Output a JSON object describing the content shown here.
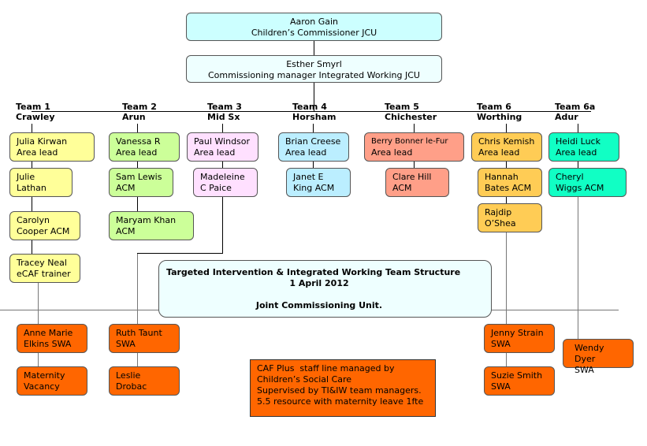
{
  "top": [
    {
      "name": "Aaron Gain",
      "role": "Children’s Commissioner JCU"
    },
    {
      "name": "Esther Smyrl",
      "role": "Commissioning manager Integrated Working JCU"
    }
  ],
  "teams": [
    {
      "label": "Team 1",
      "area": "Crawley"
    },
    {
      "label": "Team 2",
      "area": "Arun"
    },
    {
      "label": "Team 3",
      "area": "Mid Sx"
    },
    {
      "label": "Team 4",
      "area": "Horsham"
    },
    {
      "label": "Team 5",
      "area": "Chichester"
    },
    {
      "label": "Team 6",
      "area": "Worthing"
    },
    {
      "label": "Team 6a",
      "area": "Adur"
    }
  ],
  "team1": [
    [
      "Julia Kirwan",
      "Area lead"
    ],
    [
      "Julie",
      "Lathan"
    ],
    [
      "Carolyn",
      "Cooper ACM"
    ],
    [
      "Tracey Neal",
      "eCAF trainer"
    ]
  ],
  "team2": [
    [
      "Vanessa R",
      "Area lead"
    ],
    [
      "Sam Lewis",
      "ACM"
    ],
    [
      "Maryam Khan",
      "ACM"
    ]
  ],
  "team3": [
    [
      "Paul Windsor",
      "Area lead"
    ],
    [
      "Madeleine",
      "C Paice"
    ]
  ],
  "team4": [
    [
      "Brian Creese",
      "Area lead"
    ],
    [
      "Janet E",
      "King ACM"
    ]
  ],
  "team5": [
    [
      "Berry Bonner le-Fur",
      "Area lead"
    ],
    [
      "Clare Hill",
      "ACM"
    ]
  ],
  "team6": [
    [
      "Chris Kemish",
      "Area lead"
    ],
    [
      "Hannah",
      "Bates ACM"
    ],
    [
      "Rajdip",
      "O’Shea"
    ]
  ],
  "team6a": [
    [
      "Heidi Luck",
      "Area lead"
    ],
    [
      "Cheryl",
      "Wiggs ACM"
    ]
  ],
  "swa": [
    [
      "Anne Marie",
      "Elkins SWA"
    ],
    [
      "Maternity",
      "Vacancy"
    ],
    [
      "Ruth Taunt",
      "SWA"
    ],
    [
      "Leslie",
      "Drobac"
    ],
    [
      "Jenny Strain",
      "SWA"
    ],
    [
      "Suzie Smith",
      "SWA"
    ],
    [
      "Wendy Dyer",
      "SWA"
    ]
  ],
  "title": {
    "line1": "Targeted Intervention & Integrated Working Team Structure",
    "line2": "1 April 2012",
    "line3": "Joint Commissioning Unit."
  },
  "note": [
    "CAF Plus  staff line managed by",
    "Children’s Social Care",
    "Supervised by TI&IW team managers.",
    "5.5 resource with maternity leave 1fte"
  ],
  "colors": {
    "team1": "#ffff99",
    "team2": "#ccff99",
    "team3": "#ffe0ff",
    "team4": "#bbeeff",
    "team5": "#ff9f88",
    "team6": "#ffcc55",
    "team6a": "#11ffc4",
    "swa": "#ff6600"
  }
}
